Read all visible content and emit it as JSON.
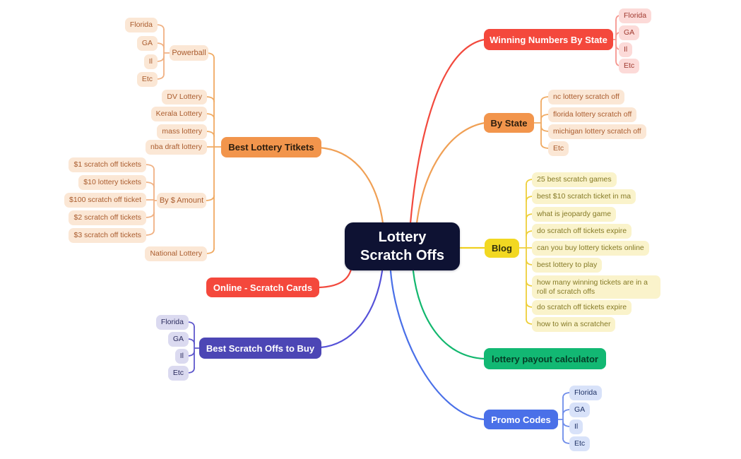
{
  "title": "Lottery Scratch Offs mind map",
  "labels": {
    "center": "Lottery\nScratch Offs",
    "best_lottery": "Best Lottery Titkets",
    "powerball": "Powerball",
    "powerball_children": [
      "Florida",
      "GA",
      "Il",
      "Etc"
    ],
    "best_lottery_children": [
      "DV Lottery",
      "Kerala Lottery",
      "mass lottery",
      "nba draft lottery"
    ],
    "by_amount": "By $ Amount",
    "by_amount_children": [
      "$1 scratch off tickets",
      "$10 lottery tickets",
      "$100 scratch off ticket",
      "$2 scratch off tickets",
      "$3 scratch off tickets"
    ],
    "national": "National Lottery",
    "online": "Online - Scratch Cards",
    "bestbuy": "Best Scratch Offs to Buy",
    "bestbuy_children": [
      "Florida",
      "GA",
      "Il",
      "Etc"
    ],
    "winning": "Winning Numbers By State",
    "winning_children": [
      "Florida",
      "GA",
      "Il",
      "Etc"
    ],
    "by_state": "By State",
    "by_state_children": [
      "nc lottery scratch off",
      "florida lottery scratch off",
      "michigan lottery scratch off",
      "Etc"
    ],
    "blog": "Blog",
    "blog_children": [
      "25 best scratch games",
      "best $10 scratch ticket in ma",
      "what is jeopardy game",
      "do scratch off tickets expire",
      "can you buy lottery tickets online",
      "best lottery to play",
      "how many winning tickets are in a roll of scratch offs",
      "do scratch off tickets expire",
      "how to win a scratcher"
    ],
    "calculator": "lottery payout calculator",
    "promo": "Promo Codes",
    "promo_children": [
      "Florida",
      "GA",
      "Il",
      "Etc"
    ]
  },
  "colors": {
    "background": "#ffffff",
    "center_bg": "#0e1233",
    "center_text": "#ffffff",
    "branch_orange": "#f2954c",
    "branch_red": "#f4483c",
    "branch_yellow": "#f2d822",
    "branch_green": "#12b873",
    "branch_blue": "#4a70e8",
    "branch_indigo": "#4c46b5",
    "leaf_peach_bg": "#fbe7d5",
    "leaf_peach_text": "#aa5c2e",
    "leaf_pink_bg": "#fcdad8",
    "leaf_pink_text": "#a03a30",
    "leaf_yellow_bg": "#faf3cb",
    "leaf_yellow_text": "#857a26",
    "leaf_lavender_bg": "#dbdaf0",
    "leaf_lavender_text": "#2c2c5e",
    "leaf_blue_bg": "#d8e2f9",
    "leaf_blue_text": "#1f3266",
    "line_orange": "#f0a055",
    "line_red": "#f2493d",
    "line_yellow": "#f0d020",
    "line_green": "#12b76e",
    "line_blue": "#4a70e8",
    "line_indigo": "#5551d8",
    "line_peach": "#f0b183",
    "line_pink": "#f5968f",
    "line_lightyellow": "#eecf3a",
    "line_lightblue": "#6e8cea",
    "line_lavender": "#5f58cc",
    "line_orange_stub": "#f0aa62"
  }
}
